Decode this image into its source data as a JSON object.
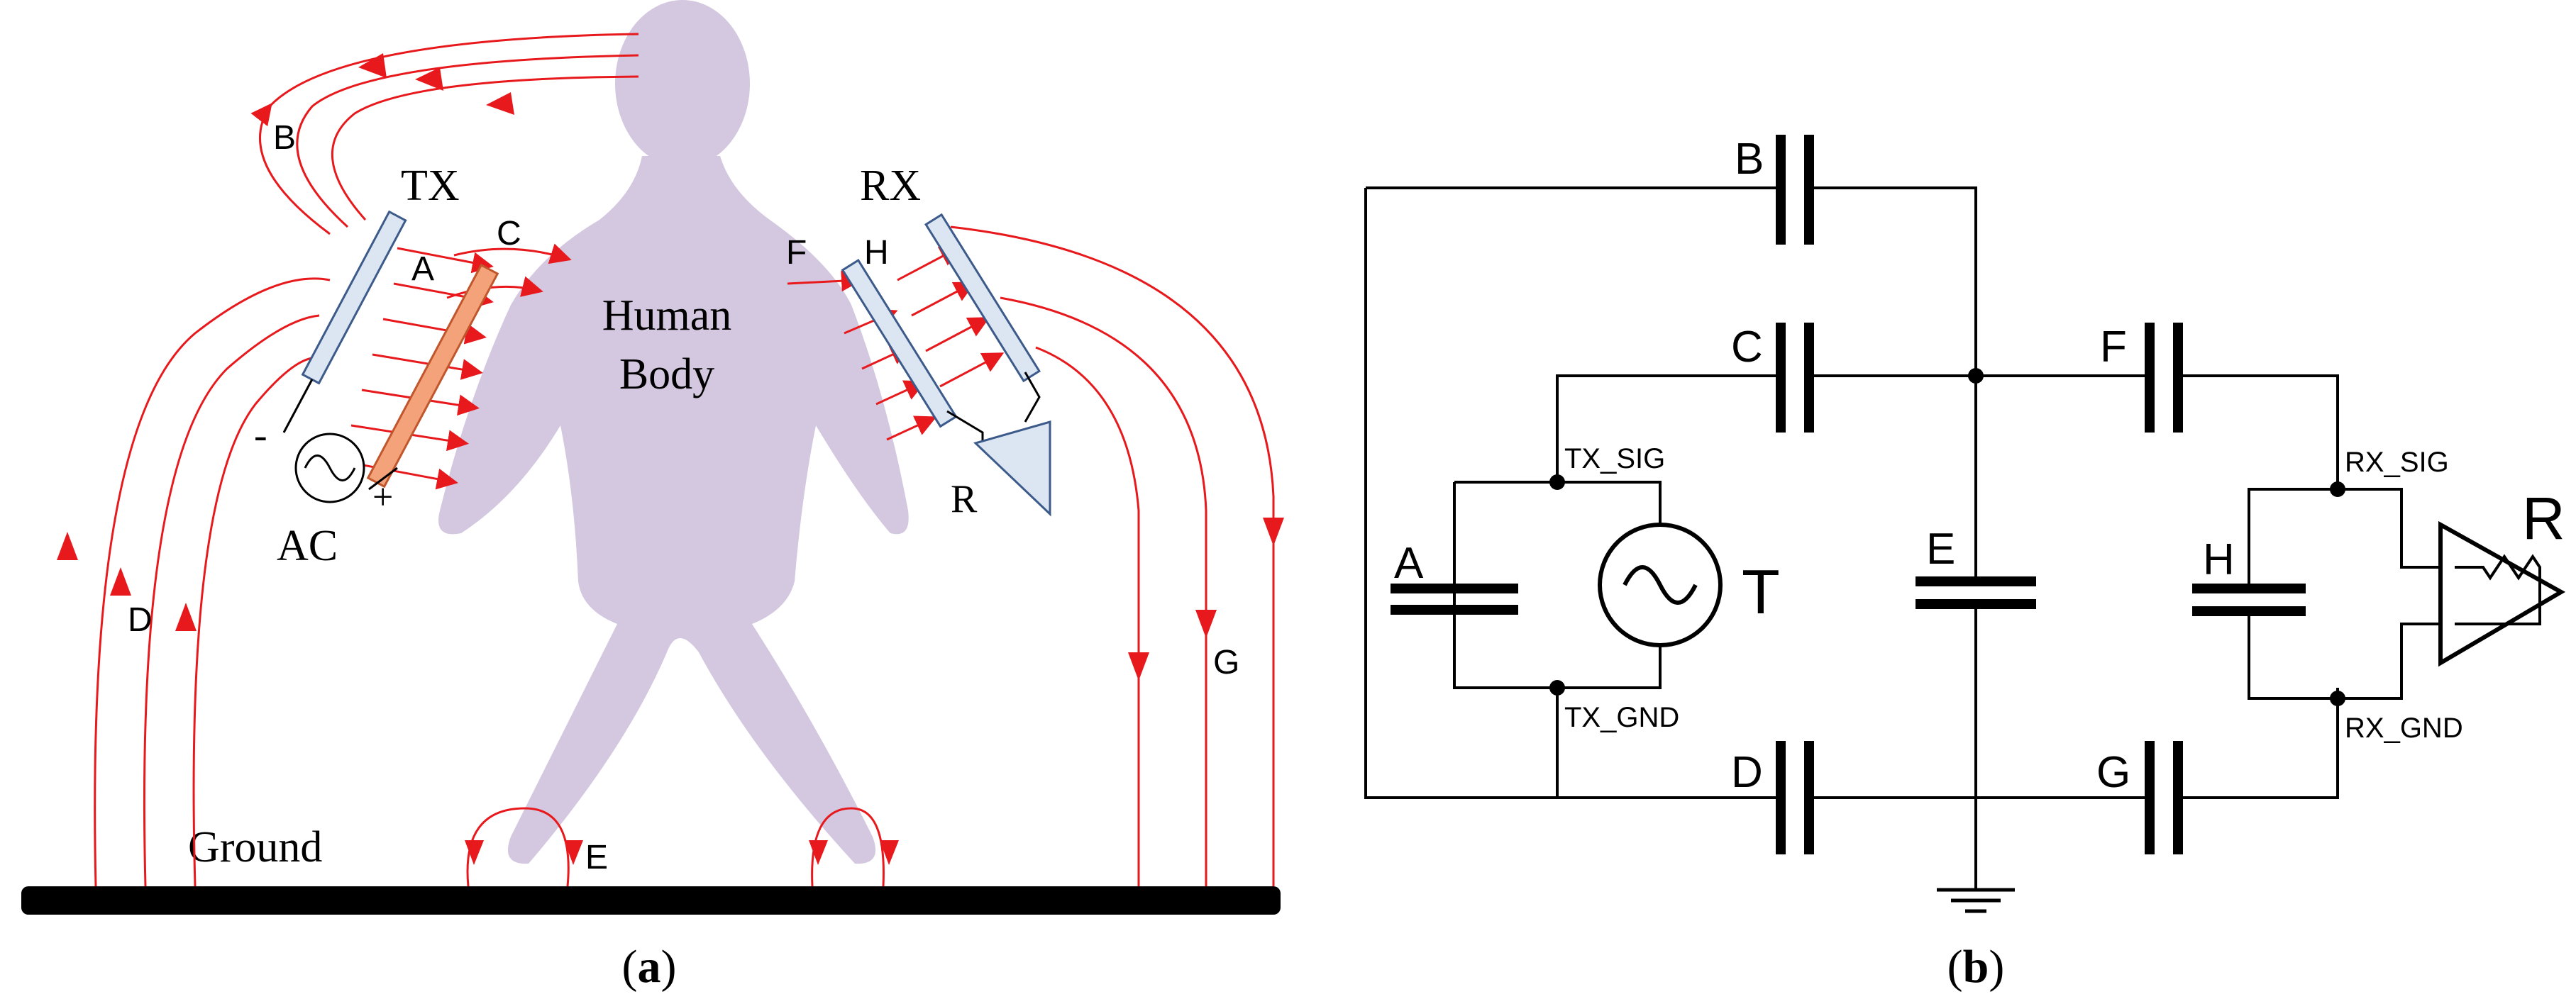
{
  "panel_a": {
    "caption_open": "(",
    "caption_letter": "a",
    "caption_close": ")",
    "tx_label": "TX",
    "rx_label": "RX",
    "body_label_line1": "Human",
    "body_label_line2": "Body",
    "ground_label": "Ground",
    "ac_label": "AC",
    "receiver_label": "R",
    "source_minus": "-",
    "source_plus": "+",
    "coupling": {
      "A": "A",
      "B": "B",
      "C": "C",
      "D": "D",
      "E": "E",
      "F": "F",
      "G": "G",
      "H": "H"
    },
    "colors": {
      "field_line": "#e8191c",
      "body": "#d4c8e0",
      "electrode": "#dce6f2",
      "electrode_stroke": "#3c5a8a",
      "signal_plate": "#f4a27a",
      "signal_plate_stroke": "#c0562b",
      "receiver_fill": "#dce6f2",
      "ground": "#000000"
    }
  },
  "panel_b": {
    "caption_open": "(",
    "caption_letter": "b",
    "caption_close": ")",
    "capacitors": {
      "A": "A",
      "B": "B",
      "C": "C",
      "D": "D",
      "E": "E",
      "F": "F",
      "G": "G",
      "H": "H"
    },
    "source_label": "T",
    "receiver_label": "R",
    "nodes": {
      "tx_sig": "TX_SIG",
      "tx_gnd": "TX_GND",
      "rx_sig": "RX_SIG",
      "rx_gnd": "RX_GND"
    },
    "colors": {
      "wire": "#000000"
    }
  }
}
